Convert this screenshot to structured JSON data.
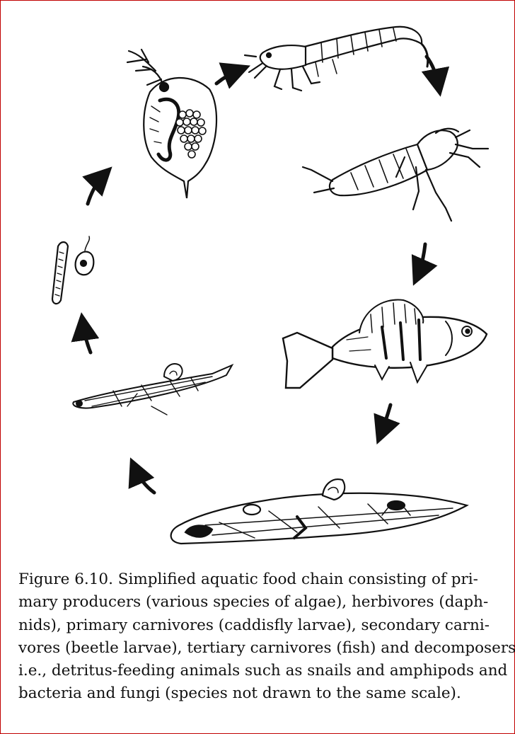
{
  "caption_lines": [
    "Figure 6.10. Simplified aquatic food chain consisting of pri-",
    "mary producers (various species of algae), herbivores (daph-",
    "nids), primary carnivores (caddisfly larvae), secondary carni-",
    "vores (beetle larvae), tertiary carnivores (fish) and decomposers,",
    "i.e., detritus-feeding animals such as snails and amphipods and",
    "bacteria and fungi (species not drawn to the same scale)."
  ],
  "colors": {
    "frame": "#c00000",
    "ink": "#111111",
    "background": "#ffffff"
  },
  "diagram": {
    "type": "cycle",
    "stages": [
      "algae",
      "daphnia",
      "caddisfly-larva",
      "beetle-larva",
      "fish",
      "decomposers-on-fish-carcass",
      "decomposing-detritus"
    ],
    "arrow_count": 7
  }
}
